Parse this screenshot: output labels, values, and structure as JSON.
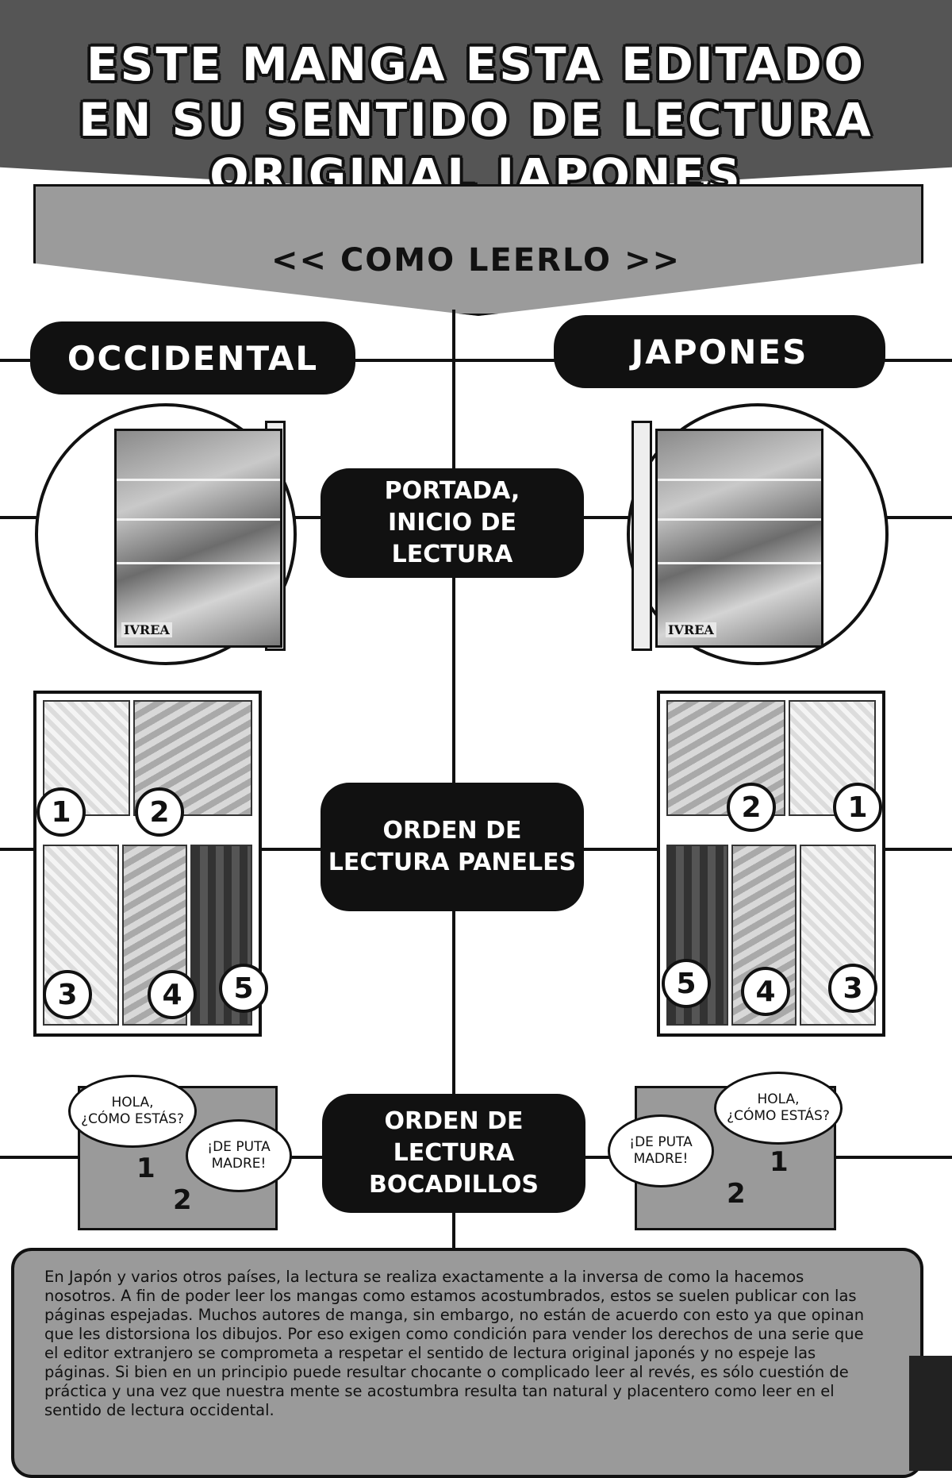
{
  "header": {
    "title": "ESTE MANGA ESTA EDITADO\nEN SU SENTIDO DE LECTURA\nORIGINAL JAPONES",
    "subtitle": "<< COMO LEERLO >>"
  },
  "columns": {
    "left": "OCCIDENTAL",
    "right": "JAPONES"
  },
  "rows": {
    "cover": "PORTADA,\nINICIO DE LECTURA",
    "panels": "ORDEN DE\nLECTURA PANELES",
    "bubbles": "ORDEN DE LECTURA\nBOCADILLOS"
  },
  "book": {
    "publisher": "IVREA"
  },
  "panel_numbers": {
    "left": [
      "1",
      "2",
      "3",
      "4",
      "5"
    ],
    "right": [
      "2",
      "1",
      "5",
      "4",
      "3"
    ]
  },
  "bubbles": {
    "first_text": "HOLA,\n¿CÓMO ESTÁS?",
    "second_text": "¡DE PUTA\nMADRE!",
    "first_number": "1",
    "second_number": "2"
  },
  "footer": {
    "text": "En Japón y varios otros países, la lectura se realiza exactamente a la inversa de como la hacemos nosotros. A fin de poder leer los mangas como estamos acostumbrados, estos se suelen publicar con las páginas espejadas. Muchos autores de manga, sin embargo, no están de acuerdo con esto ya que opinan que les distorsiona los dibujos. Por eso exigen como condición para vender los derechos de una serie que el editor extranjero se comprometa a respetar el sentido de lectura original japonés y no espeje las páginas. Si bien en un principio puede resultar chocante o complicado leer al revés, es sólo cuestión de práctica y una vez que nuestra mente se acostumbra resulta tan natural y placentero como leer en el sentido de lectura occidental."
  },
  "colors": {
    "header_bg": "#555555",
    "band_bg": "#9b9b9b",
    "pill_bg": "#111111",
    "footer_bg": "#9a9a9a"
  }
}
